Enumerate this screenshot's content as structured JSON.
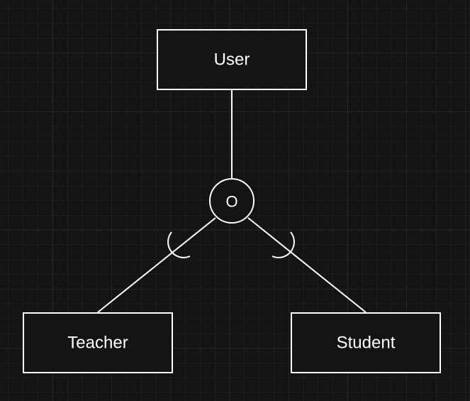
{
  "diagram": {
    "kind": "specialization",
    "constraint_symbol": "O",
    "supertype": {
      "label": "User"
    },
    "subtypes": [
      {
        "label": "Teacher"
      },
      {
        "label": "Student"
      }
    ]
  },
  "colors": {
    "background": "#141414",
    "grid": "#2a2a2a",
    "stroke": "#ffffff",
    "text": "#ffffff"
  }
}
